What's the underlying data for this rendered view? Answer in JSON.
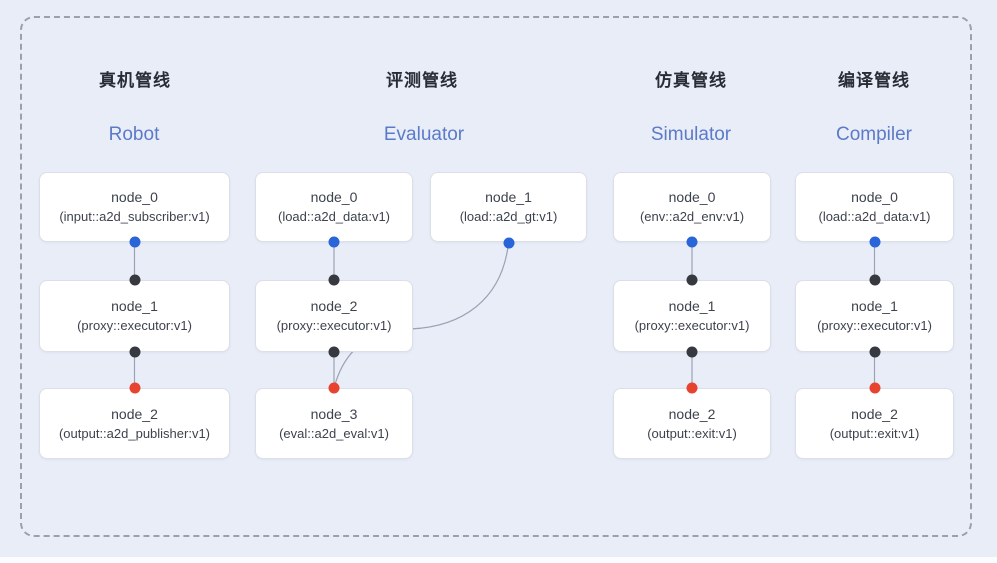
{
  "colors": {
    "bg": "#e9edf8",
    "board-border": "#9aa0ac",
    "box-bg": "#ffffff",
    "box-border": "#dcdfe6",
    "text-dark": "#3d434d",
    "zh-title": "#272c35",
    "en-title": "#5b7ac8",
    "edge": "#9aa3b2",
    "dot-blue": "#2a64d9",
    "dot-dark": "#36393f",
    "dot-red": "#e8432f"
  },
  "pipelines": [
    {
      "title_zh": "真机管线",
      "title_en": "Robot",
      "nodes": [
        {
          "name": "node_0",
          "type": "(input::a2d_subscriber:v1)"
        },
        {
          "name": "node_1",
          "type": "(proxy::executor:v1)"
        },
        {
          "name": "node_2",
          "type": "(output::a2d_publisher:v1)"
        }
      ]
    },
    {
      "title_zh": "评测管线",
      "title_en": "Evaluator",
      "nodes": [
        {
          "name": "node_0",
          "type": "(load::a2d_data:v1)"
        },
        {
          "name": "node_1",
          "type": "(load::a2d_gt:v1)"
        },
        {
          "name": "node_2",
          "type": "(proxy::executor:v1)"
        },
        {
          "name": "node_3",
          "type": "(eval::a2d_eval:v1)"
        }
      ]
    },
    {
      "title_zh": "仿真管线",
      "title_en": "Simulator",
      "nodes": [
        {
          "name": "node_0",
          "type": "(env::a2d_env:v1)"
        },
        {
          "name": "node_1",
          "type": "(proxy::executor:v1)"
        },
        {
          "name": "node_2",
          "type": "(output::exit:v1)"
        }
      ]
    },
    {
      "title_zh": "编译管线",
      "title_en": "Compiler",
      "nodes": [
        {
          "name": "node_0",
          "type": "(load::a2d_data:v1)"
        },
        {
          "name": "node_1",
          "type": "(proxy::executor:v1)"
        },
        {
          "name": "node_2",
          "type": "(output::exit:v1)"
        }
      ]
    }
  ]
}
